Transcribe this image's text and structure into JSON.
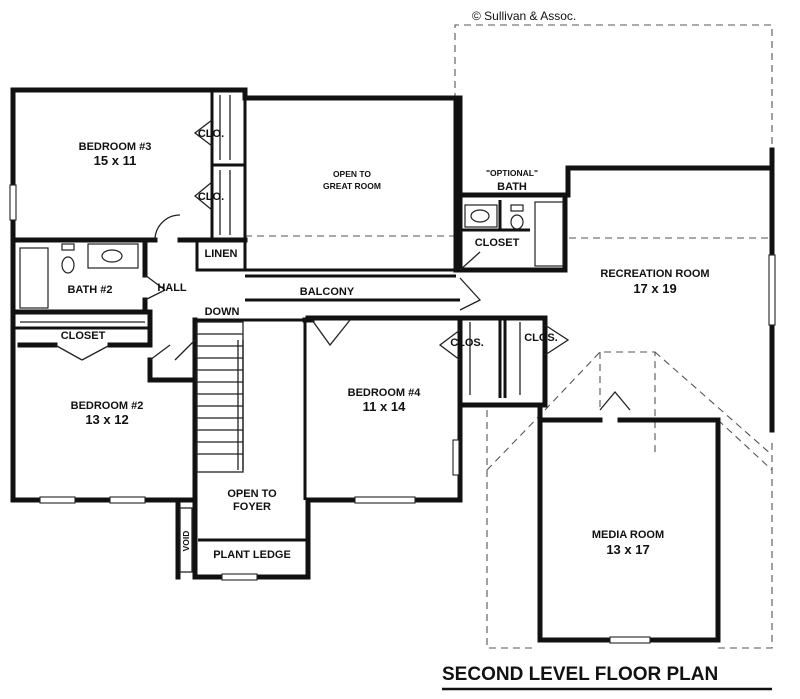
{
  "copyright": "© Sullivan & Assoc.",
  "title": "SECOND LEVEL FLOOR PLAN",
  "rooms": {
    "bedroom3": {
      "name": "BEDROOM #3",
      "size": "15 x 11"
    },
    "bedroom2": {
      "name": "BEDROOM #2",
      "size": "13 x 12"
    },
    "bedroom4": {
      "name": "BEDROOM #4",
      "size": "11 x 14"
    },
    "recreation": {
      "name": "RECREATION ROOM",
      "size": "17 x 19"
    },
    "media": {
      "name": "MEDIA ROOM",
      "size": "13 x 17"
    },
    "open_great_line1": "OPEN TO",
    "open_great_line2": "GREAT ROOM",
    "open_foyer_line1": "OPEN TO",
    "open_foyer_line2": "FOYER",
    "optional_bath_line1": "\"OPTIONAL\"",
    "optional_bath_line2": "BATH",
    "bath2": "BATH #2",
    "hall": "HALL",
    "balcony": "BALCONY",
    "linen": "LINEN",
    "down": "DOWN",
    "closet_bed2": "CLOSET",
    "closet_bath": "CLOSET",
    "clo1": "CLO.",
    "clo2": "CLO.",
    "clos1": "CLOS.",
    "clos2": "CLOS.",
    "void": "VOID",
    "plant_ledge": "PLANT LEDGE"
  }
}
